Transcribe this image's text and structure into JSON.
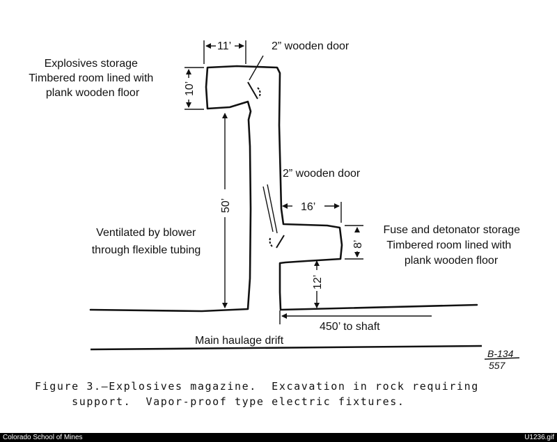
{
  "labels": {
    "explosives_storage": [
      "Explosives storage",
      "Timbered room lined with",
      "plank wooden floor"
    ],
    "door_top": "2” wooden door",
    "door_mid": "2” wooden door",
    "ventilated": [
      "Ventilated by blower",
      "through flexible tubing"
    ],
    "fuse_storage": [
      "Fuse and detonator storage",
      "Timbered room lined with",
      "plank wooden floor"
    ],
    "main_drift": "Main haulage drift",
    "to_shaft": "450’ to shaft"
  },
  "dimensions": {
    "width_top": "11’",
    "height_top": "10’",
    "shaft_length": "50’",
    "width_fuse": "16’",
    "height_fuse": "8’",
    "offset_fuse": "12’"
  },
  "drawing_number": {
    "top": "B-134",
    "bottom": "557"
  },
  "caption": {
    "line1": "Figure 3.—Explosives magazine.  Excavation in rock requiring",
    "line2": "     support.  Vapor-proof type electric fixtures."
  },
  "footer": {
    "left": "Colorado School of Mines",
    "right": "U1236.gif"
  }
}
